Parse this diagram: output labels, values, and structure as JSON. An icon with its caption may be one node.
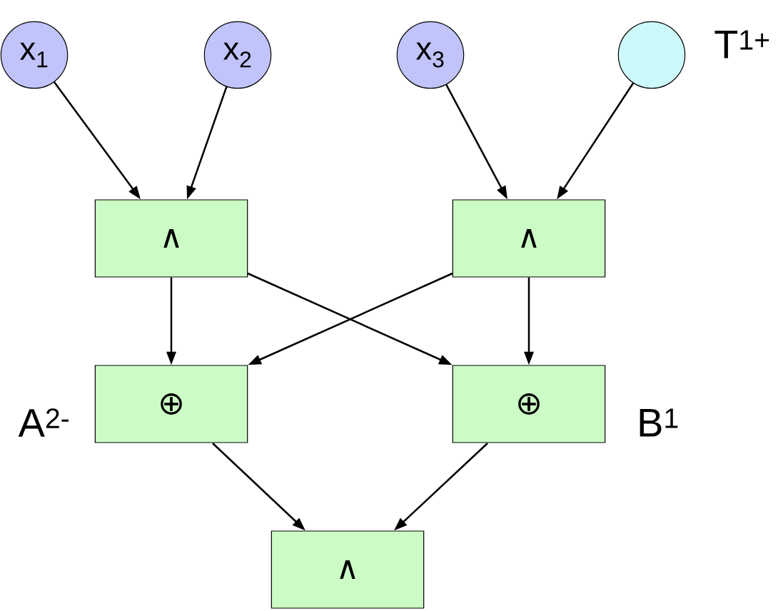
{
  "diagram": {
    "nodes": [
      {
        "text": [
          "x$_{1}$"
        ]
      },
      {
        "text": [
          "x$_{2}$"
        ]
      },
      {
        "text": [
          "x$_{3}$"
        ]
      },
      {
        "text": [],
        "shape": "circle",
        "beside": [
          "T$^{1+}$"
        ]
      },
      {
        "text": [
          "∧"
        ]
      },
      {
        "text": [
          "∧"
        ]
      },
      {
        "text": [
          "⊕"
        ],
        "beside": [
          "A$^{2-}$"
        ]
      },
      {
        "text": [
          "⊕"
        ],
        "beside": [
          "B$^{1}$"
        ]
      },
      {
        "text": [
          "∧"
        ]
      }
    ],
    "edges": [
      {
        "from": 0,
        "to": 4,
        "arrow": "to"
      },
      {
        "from": 1,
        "to": 4,
        "arrow": "to"
      },
      {
        "from": 2,
        "to": 5,
        "arrow": "to"
      },
      {
        "from": 3,
        "to": 5,
        "arrow": "to"
      },
      {
        "from": 4,
        "to": 6,
        "arrow": "to"
      },
      {
        "from": 4,
        "to": 7,
        "arrow": "to"
      },
      {
        "from": 5,
        "to": 6,
        "arrow": "to"
      },
      {
        "from": 5,
        "to": 7,
        "arrow": "to"
      },
      {
        "from": 6,
        "to": 8,
        "arrow": "to"
      },
      {
        "from": 7,
        "to": 8,
        "arrow": "to"
      }
    ]
  }
}
